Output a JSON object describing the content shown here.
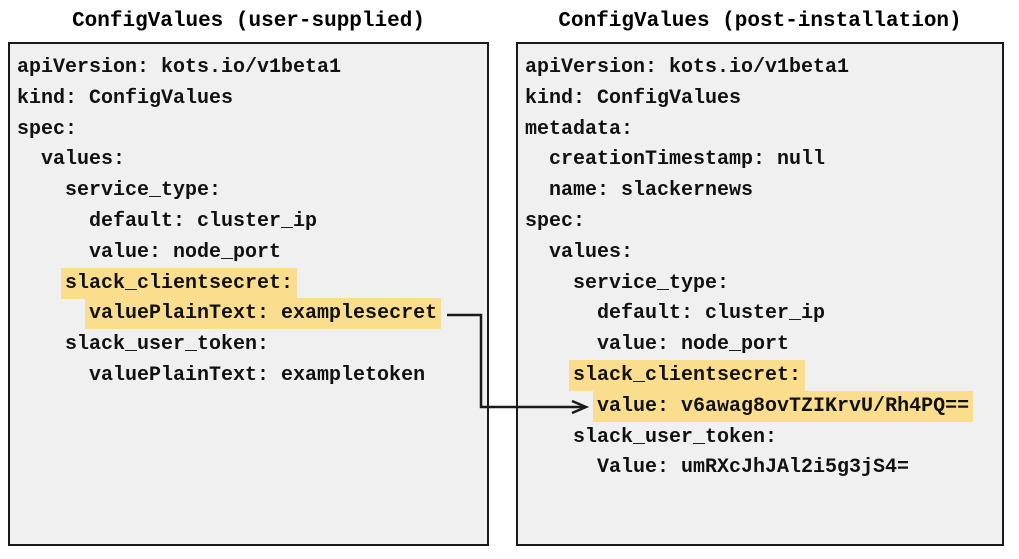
{
  "colors": {
    "highlight": "#FBDE8D",
    "panel_background": "#F0F0F0",
    "border_and_arrow": "#1A1A1A"
  },
  "left_panel": {
    "title": "ConfigValues (user-supplied)",
    "lines": [
      {
        "text": "apiVersion: kots.io/v1beta1",
        "hl": false
      },
      {
        "text": "kind: ConfigValues",
        "hl": false
      },
      {
        "text": "spec:",
        "hl": false
      },
      {
        "text": "  values:",
        "hl": false
      },
      {
        "text": "    service_type:",
        "hl": false
      },
      {
        "text": "      default: cluster_ip",
        "hl": false
      },
      {
        "text": "      value: node_port",
        "hl": false
      },
      {
        "text": "    slack_clientsecret:",
        "hl": true
      },
      {
        "text": "      valuePlainText: examplesecret",
        "hl": true
      },
      {
        "text": "    slack_user_token:",
        "hl": false
      },
      {
        "text": "      valuePlainText: exampletoken",
        "hl": false
      }
    ]
  },
  "right_panel": {
    "title": "ConfigValues (post-installation)",
    "lines": [
      {
        "text": "apiVersion: kots.io/v1beta1",
        "hl": false
      },
      {
        "text": "kind: ConfigValues",
        "hl": false
      },
      {
        "text": "metadata:",
        "hl": false
      },
      {
        "text": "  creationTimestamp: null",
        "hl": false
      },
      {
        "text": "  name: slackernews",
        "hl": false
      },
      {
        "text": "spec:",
        "hl": false
      },
      {
        "text": "  values:",
        "hl": false
      },
      {
        "text": "    service_type:",
        "hl": false
      },
      {
        "text": "      default: cluster_ip",
        "hl": false
      },
      {
        "text": "      value: node_port",
        "hl": false
      },
      {
        "text": "    slack_clientsecret:",
        "hl": true
      },
      {
        "text": "      value: v6awag8ovTZIKrvU/Rh4PQ==",
        "hl": true
      },
      {
        "text": "    slack_user_token:",
        "hl": false
      },
      {
        "text": "      Value: umRXcJhJAl2i5g3jS4=",
        "hl": false
      }
    ]
  },
  "arrow": {
    "meaning": "user-supplied plaintext secret is encrypted after installation",
    "from_line": "valuePlainText: examplesecret",
    "to_line": "value: v6awag8ovTZIKrvU/Rh4PQ=="
  }
}
